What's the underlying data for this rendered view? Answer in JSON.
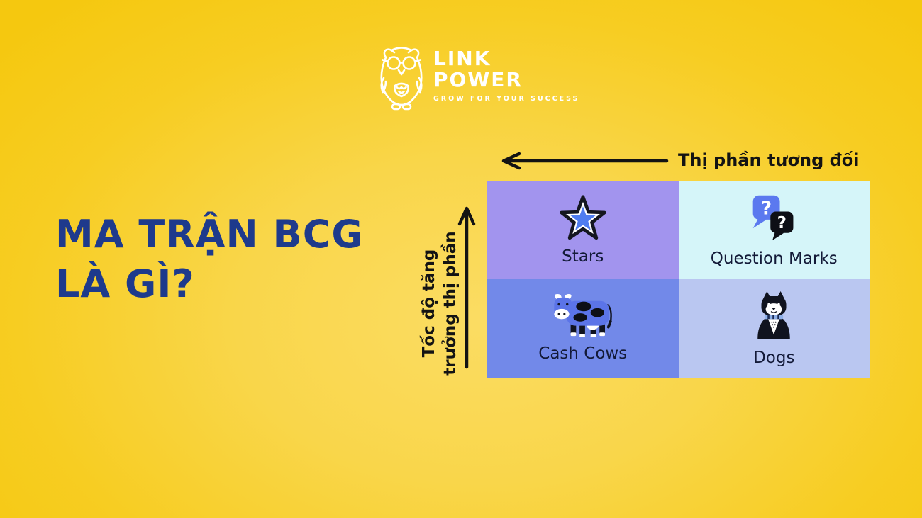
{
  "colors": {
    "background_center": "#fbdc63",
    "background_edge": "#f5c80f",
    "title_text": "#1e3a8c",
    "axis_text": "#131313",
    "quadrant_label_text": "#131a38",
    "logo_text": "#ffffff",
    "stars_cell": "#a294ee",
    "question_marks_cell": "#d5f5f9",
    "cash_cows_cell": "#7289e9",
    "dogs_cell": "#bac7f1",
    "icon_blue": "#4f7cf0",
    "icon_black": "#10131f"
  },
  "logo": {
    "icon": "owl-icon",
    "name_line1": "LINK",
    "name_line2": "POWER",
    "tagline": "GROW FOR YOUR SUCCESS"
  },
  "title": {
    "line1": "MA TRẬN BCG",
    "line2": "LÀ GÌ?"
  },
  "axes": {
    "x_label": "Thị phần tương đối",
    "x_arrow_direction": "left",
    "y_label_line1": "Tốc độ tăng",
    "y_label_line2": "trưởng thị phần",
    "y_arrow_direction": "up"
  },
  "matrix": {
    "quadrants": [
      {
        "label": "Stars",
        "icon": "star-icon",
        "color": "#a294ee",
        "position": "top-left"
      },
      {
        "label": "Question Marks",
        "icon": "question-bubbles-icon",
        "color": "#d5f5f9",
        "position": "top-right"
      },
      {
        "label": "Cash Cows",
        "icon": "cow-icon",
        "color": "#7289e9",
        "position": "bottom-left"
      },
      {
        "label": "Dogs",
        "icon": "dog-icon",
        "color": "#bac7f1",
        "position": "bottom-right"
      }
    ]
  }
}
